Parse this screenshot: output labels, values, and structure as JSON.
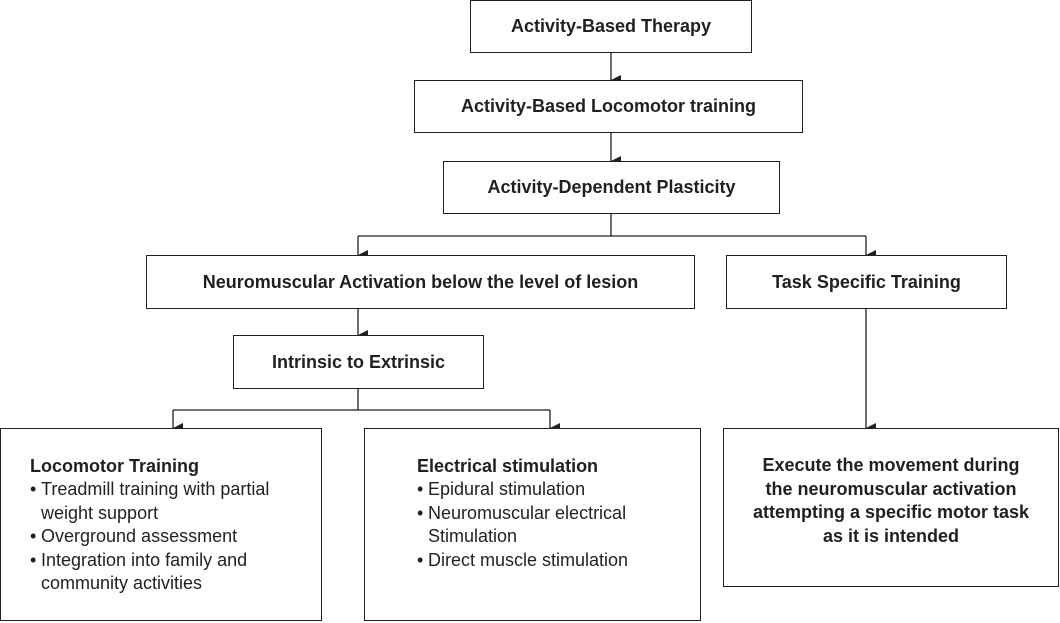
{
  "nodes": {
    "activity_based_therapy": "Activity-Based Therapy",
    "locomotor_training_top": "Activity-Based Locomotor training",
    "activity_dependent_plasticity": "Activity-Dependent Plasticity",
    "neuromuscular_activation": "Neuromuscular Activation below the level of lesion",
    "task_specific_training": "Task Specific Training",
    "intrinsic_to_extrinsic": "Intrinsic to Extrinsic",
    "execute_movement": "Execute the movement during the neuromuscular activation attempting a specific motor task as it is intended"
  },
  "locomotor_training": {
    "title": "Locomotor Training",
    "items": [
      "Treadmill training with partial weight support",
      "Overground assessment",
      "Integration into family and community activities"
    ]
  },
  "electrical_stimulation": {
    "title": "Electrical stimulation",
    "items": [
      "Epidural stimulation",
      "Neuromuscular electrical Stimulation",
      "Direct muscle stimulation"
    ]
  },
  "bullet": "•",
  "colors": {
    "line": "#231f20",
    "text": "#231f20",
    "background": "#ffffff"
  }
}
